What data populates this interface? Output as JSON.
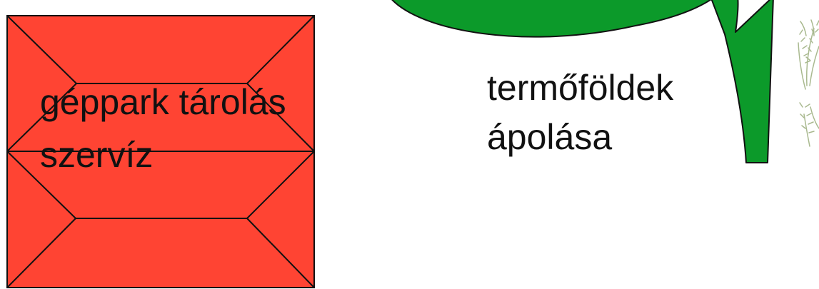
{
  "garage": {
    "line1": "géppark tárolás",
    "line2": "szervíz",
    "fill_color": "#ff4433",
    "outline_color": "#111111"
  },
  "land_care": {
    "line1": "termőföldek",
    "line2": "ápolása"
  },
  "arrow": {
    "fill_color": "#0c9a2a",
    "direction": "down"
  },
  "edge_plant": {
    "icon": "grass-plant-icon",
    "color": "#a9b98f"
  }
}
